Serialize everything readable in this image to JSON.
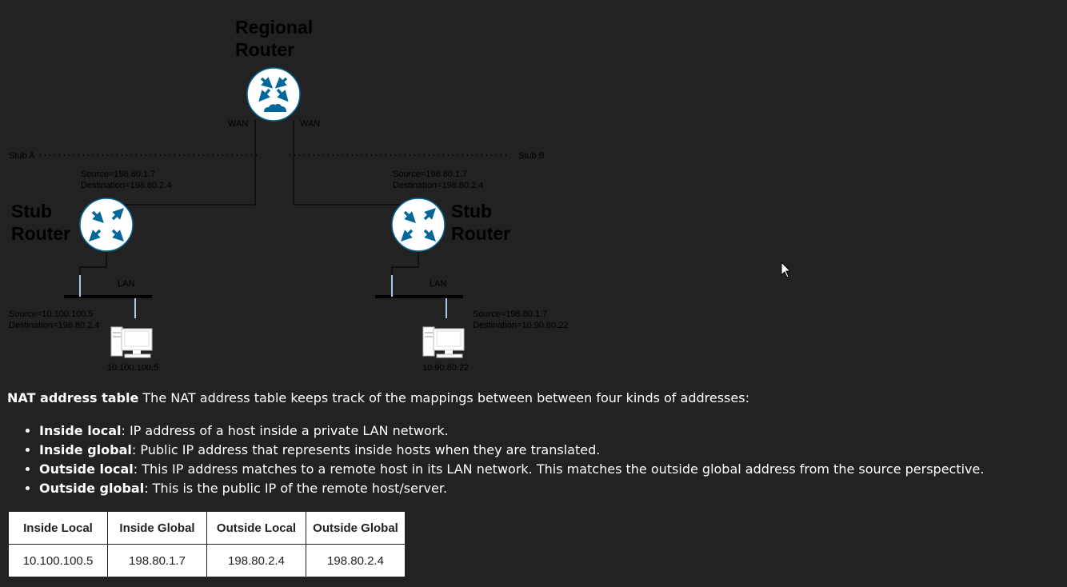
{
  "diagram": {
    "regional_router_label": [
      "Regional",
      "Router"
    ],
    "wan_left": "WAN",
    "wan_right": "WAN",
    "stub_a": "Stub A",
    "stub_b": "Stub B",
    "left": {
      "router_label": [
        "Stub",
        "Router"
      ],
      "wan_packet": [
        "Source=198.80.1.7",
        "Destination=198.80.2.4"
      ],
      "lan_label": "LAN",
      "lan_packet": [
        "Source=10.100.100.5",
        "Destination=198.80.2.4"
      ],
      "host_ip": "10.100.100.5"
    },
    "right": {
      "router_label": [
        "Stub",
        "Router"
      ],
      "wan_packet": [
        "Source=198.80.1.7",
        "Destination=198.80.2.4"
      ],
      "lan_label": "LAN",
      "lan_packet": [
        "Source=198.80.1.7",
        "Destination=10.90.80.22"
      ],
      "host_ip": "10.90.80.22"
    }
  },
  "text": {
    "heading": "NAT address table",
    "intro": " The NAT address table keeps track of the mappings between between four kinds of addresses:",
    "items": [
      {
        "term": "Inside local",
        "desc": ": IP address of a host inside a private LAN network."
      },
      {
        "term": "Inside global",
        "desc": ": Public IP address that represents inside hosts when they are translated."
      },
      {
        "term": "Outside local",
        "desc": ": This IP address matches to a remote host in its LAN network. This matches the outside global address from the source perspective."
      },
      {
        "term": "Outside global",
        "desc": ": This is the public IP of the remote host/server."
      }
    ]
  },
  "table": {
    "headers": [
      "Inside Local",
      "Inside Global",
      "Outside Local",
      "Outside Global"
    ],
    "rows": [
      [
        "10.100.100.5",
        "198.80.1.7",
        "198.80.2.4",
        "198.80.2.4"
      ]
    ]
  },
  "colors": {
    "background": "#222222",
    "router_icon": "#036897",
    "diagram_line": "#000000",
    "lan_tap": "#a8c8f0"
  },
  "icons": [
    "router-icon",
    "regional-router-icon",
    "workstation-icon",
    "mouse-cursor-icon"
  ]
}
